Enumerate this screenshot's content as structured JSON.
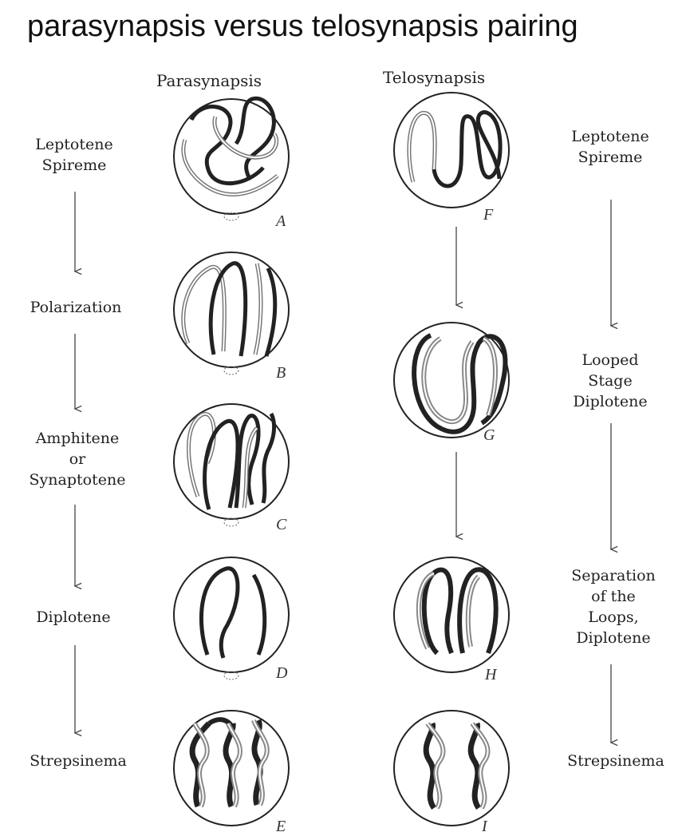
{
  "title": "parasynapsis versus telosynapsis pairing",
  "headers": {
    "left": "Parasynapsis",
    "right": "Telosynapsis"
  },
  "left_stages": [
    "Leptotene\nSpireme",
    "Polarization",
    "Amphitene\nor\nSynaptotene",
    "Diplotene",
    "Strepsinema"
  ],
  "right_stages": [
    "Leptotene\nSpireme",
    "Looped\nStage\nDiplotene",
    "Separation\nof the\nLoops,\nDiplotene",
    "Strepsinema"
  ],
  "cell_letters": [
    "A",
    "B",
    "C",
    "D",
    "E",
    "F",
    "G",
    "H",
    "I"
  ]
}
